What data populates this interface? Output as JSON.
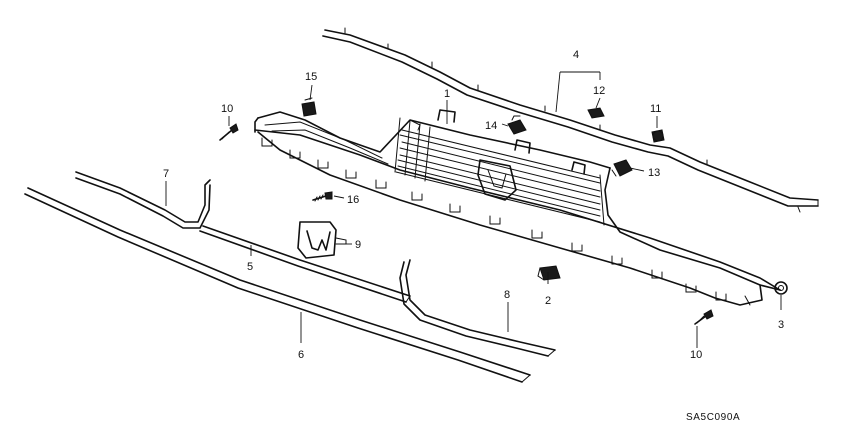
{
  "diagram": {
    "drawing_code": "SA5C090A",
    "callouts": {
      "c1": "1",
      "c2": "2",
      "c3": "3",
      "c4": "4",
      "c5": "5",
      "c6": "6",
      "c7": "7",
      "c8": "8",
      "c9": "9",
      "c10a": "10",
      "c10b": "10",
      "c11": "11",
      "c12": "12",
      "c13": "13",
      "c14": "14",
      "c15": "15",
      "c16": "16"
    }
  }
}
